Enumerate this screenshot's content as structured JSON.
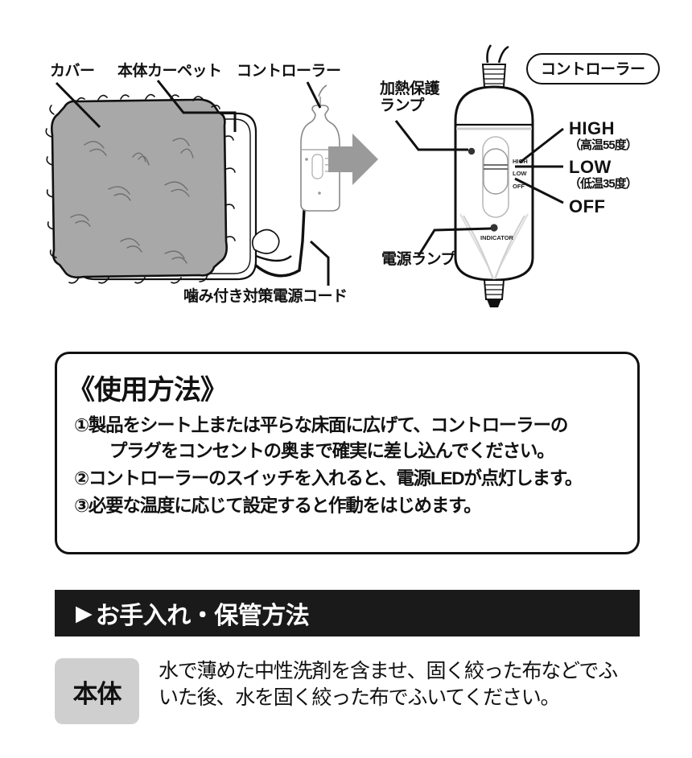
{
  "figure": {
    "labels": {
      "cover": "カバー",
      "carpet": "本体カーペット",
      "controller": "コントローラー",
      "power_cord": "噛み付き対策電源コード",
      "heat_protection_lamp": "加熱保護\nランプ",
      "heat_protection_lamp_line1": "加熱保護",
      "heat_protection_lamp_line2": "ランプ",
      "power_lamp": "電源ランプ",
      "controller_badge": "コントローラー"
    },
    "switch_settings": [
      {
        "name": "HIGH",
        "sub": "（高温55度）",
        "device_mark": "HIGH"
      },
      {
        "name": "LOW",
        "sub": "（低温35度）",
        "device_mark": "LOW"
      },
      {
        "name": "OFF",
        "sub": "",
        "device_mark": "OFF"
      }
    ],
    "device_texts": {
      "indicator": "INDICATOR"
    },
    "colors": {
      "cover_fill": "#a8a8a8",
      "arrow_fill": "#9a9a9a",
      "outline": "#111111"
    }
  },
  "usage": {
    "title": "《使用方法》",
    "items": [
      {
        "number": "①",
        "line1": "製品をシート上または平らな床面に広げて、コントローラーの",
        "line2": "プラグをコンセントの奥まで確実に差し込んでください。"
      },
      {
        "number": "②",
        "line1": "コントローラーのスイッチを入れると、電源LEDが点灯します。",
        "line2": ""
      },
      {
        "number": "③",
        "line1": "必要な温度に応じて設定すると作動をはじめます。",
        "line2": ""
      }
    ]
  },
  "care": {
    "banner_arrow": "▶",
    "banner_title": "お手入れ・保管方法",
    "badge_label": "本体",
    "text": "水で薄めた中性洗剤を含ませ、固く絞った布などでふいた後、水を固く絞った布でふいてください。"
  }
}
